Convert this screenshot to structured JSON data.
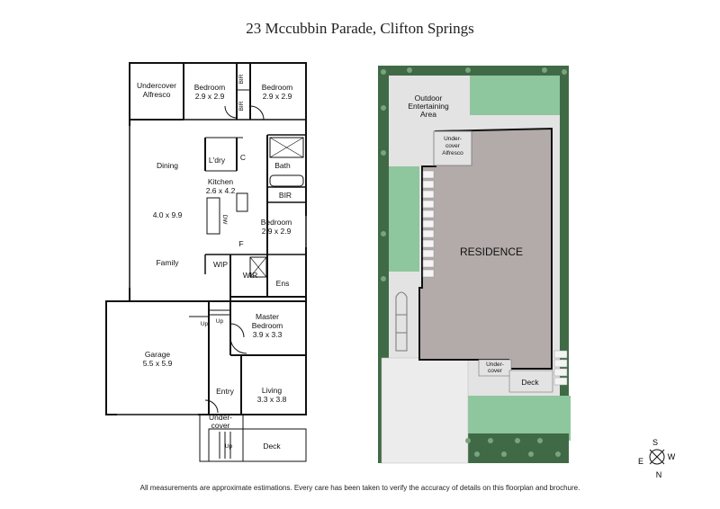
{
  "title": "23 Mccubbin Parade, Clifton Springs",
  "footer": "All measurements are approximate estimations. Every care has been taken to verify the accuracy of details on this floorplan and brochure.",
  "floorplan": {
    "undercover_alfresco": [
      "Undercover",
      "Alfresco"
    ],
    "bedroom_a": [
      "Bedroom",
      "2.9 x 2.9"
    ],
    "bedroom_b": [
      "Bedroom",
      "2.9 x 2.9"
    ],
    "bir": "BIR",
    "dining": "Dining",
    "ldry": "L'dry",
    "c": "C",
    "kitchen": [
      "Kitchen",
      "2.6 x 4.2"
    ],
    "bath": "Bath",
    "living_size": "4.0 x 9.9",
    "dw": "DW",
    "bedroom_c": [
      "Bedroom",
      "2.9 x 2.9"
    ],
    "f": "F",
    "family": "Family",
    "wip": "WIP",
    "wir": "WIR",
    "ens": "Ens",
    "master": [
      "Master",
      "Bedroom",
      "3.9 x 3.3"
    ],
    "up": "Up",
    "garage": [
      "Garage",
      "5.5 x 5.9"
    ],
    "living": [
      "Living",
      "3.3 x 3.8"
    ],
    "entry": "Entry",
    "undercover": [
      "Under-",
      "cover"
    ],
    "deck": "Deck"
  },
  "siteplan": {
    "outdoor": [
      "Outdoor",
      "Entertaining",
      "Area"
    ],
    "alfresco": [
      "Under-",
      "cover",
      "Alfresco"
    ],
    "residence": "RESIDENCE",
    "undercover": [
      "Under-",
      "cover"
    ],
    "deck": "Deck"
  },
  "compass": {
    "s": "S",
    "e": "E",
    "w": "W",
    "n": "N"
  },
  "colors": {
    "wall": "#111111",
    "grass": "#8ec69e",
    "paving": "#e3e3e3",
    "residence": "#b3aaaa",
    "hedge": "#3f6a45"
  }
}
